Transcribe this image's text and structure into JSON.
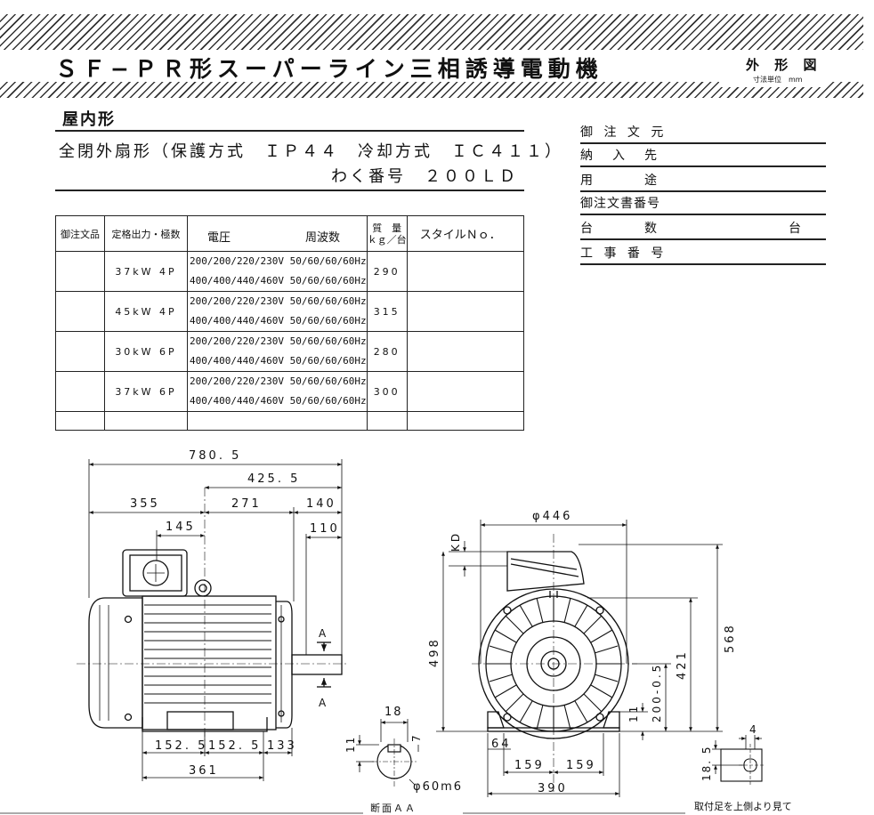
{
  "header": {
    "title": "ＳＦ−ＰＲ形スーパーライン三相誘導電動機",
    "drawing_label": "外 形 図",
    "unit_note": "寸法単位　mm"
  },
  "spec": {
    "installation": "屋内形",
    "enclosure_line": "全閉外扇形（保護方式　ＩＰ４４　冷却方式　ＩＣ４１１）",
    "frame_line": "わく番号　２００ＬＤ"
  },
  "table": {
    "headers": {
      "order": "御注文品",
      "rating": "定格出力・極数",
      "voltage": "電圧",
      "frequency": "周波数",
      "mass_top": "質　量",
      "mass_unit": "ｋｇ／台",
      "style": "スタイルＮｏ．"
    },
    "rows": [
      {
        "rating": "37kW 4P",
        "v1": "200/200/220/230V 50/60/60/60Hz",
        "v2": "400/400/440/460V 50/60/60/60Hz",
        "mass": "290"
      },
      {
        "rating": "45kW 4P",
        "v1": "200/200/220/230V 50/60/60/60Hz",
        "v2": "400/400/440/460V 50/60/60/60Hz",
        "mass": "315"
      },
      {
        "rating": "30kW 6P",
        "v1": "200/200/220/230V 50/60/60/60Hz",
        "v2": "400/400/440/460V 50/60/60/60Hz",
        "mass": "280"
      },
      {
        "rating": "37kW 6P",
        "v1": "200/200/220/230V 50/60/60/60Hz",
        "v2": "400/400/440/460V 50/60/60/60Hz",
        "mass": "300"
      }
    ]
  },
  "order_info": [
    {
      "label": "御 注 文 元",
      "value": ""
    },
    {
      "label": "納　入　先",
      "value": ""
    },
    {
      "label": "用　　　途",
      "value": ""
    },
    {
      "label": "御注文書番号",
      "value": ""
    },
    {
      "label": "台　　　数",
      "value": "台"
    },
    {
      "label": "工 事 番 号",
      "value": ""
    }
  ],
  "dimensions": {
    "overall": "780. 5",
    "d425": "425. 5",
    "d355": "355",
    "d271": "271",
    "d140": "140",
    "d145": "145",
    "d110": "110",
    "d152a": "152. 5",
    "d152b": "152. 5",
    "d133": "133",
    "d361": "361",
    "section_a": "A",
    "section_18": "18",
    "section_11": "11",
    "section_7": "7",
    "shaft": "φ60m6",
    "section_label": "断面ＡＡ",
    "phi446": "φ446",
    "kd": "KD",
    "d498": "498",
    "d568": "568",
    "d421": "421",
    "d200": "200-0.5",
    "d11b": "11",
    "d64": "64",
    "d159a": "159",
    "d159b": "159",
    "d390": "390",
    "d4": "4",
    "d18_5": "18. 5",
    "foot_note": "取付足を上側より見て"
  }
}
